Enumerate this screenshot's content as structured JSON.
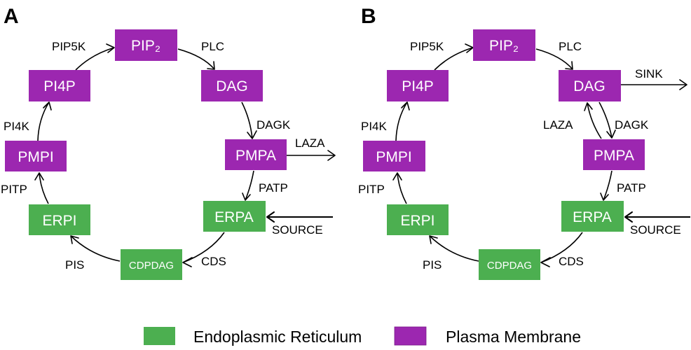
{
  "colors": {
    "er": "#4caf50",
    "pm": "#9c27b0"
  },
  "panels": [
    {
      "label": "A",
      "nodes": {
        "pip2": {
          "label": "PIP₂",
          "compartment": "pm"
        },
        "pi4p": {
          "label": "PI4P",
          "compartment": "pm"
        },
        "dag": {
          "label": "DAG",
          "compartment": "pm"
        },
        "pmpa": {
          "label": "PMPA",
          "compartment": "pm"
        },
        "pmpi": {
          "label": "PMPI",
          "compartment": "pm"
        },
        "erpa": {
          "label": "ERPA",
          "compartment": "er"
        },
        "erpi": {
          "label": "ERPI",
          "compartment": "er"
        },
        "cdpdag": {
          "label": "CDPDAG",
          "compartment": "er"
        }
      },
      "enzymes": {
        "pip5k": "PIP5K",
        "plc": "PLC",
        "dagk": "DAGK",
        "laza": "LAZA",
        "patp": "PATP",
        "source": "SOURCE",
        "cds": "CDS",
        "pis": "PIS",
        "pitp": "PITP",
        "pi4k": "PI4K"
      },
      "edges": [
        {
          "from": "PI4P",
          "to": "PIP₂",
          "enzyme": "PIP5K"
        },
        {
          "from": "PIP₂",
          "to": "DAG",
          "enzyme": "PLC"
        },
        {
          "from": "DAG",
          "to": "PMPA",
          "enzyme": "DAGK"
        },
        {
          "from": "PMPA",
          "to": "out",
          "enzyme": "LAZA"
        },
        {
          "from": "PMPA",
          "to": "ERPA",
          "enzyme": "PATP"
        },
        {
          "from": "in",
          "to": "ERPA",
          "enzyme": "SOURCE"
        },
        {
          "from": "ERPA",
          "to": "CDPDAG",
          "enzyme": "CDS"
        },
        {
          "from": "CDPDAG",
          "to": "ERPI",
          "enzyme": "PIS"
        },
        {
          "from": "ERPI",
          "to": "PMPI",
          "enzyme": "PITP"
        },
        {
          "from": "PMPI",
          "to": "PI4P",
          "enzyme": "PI4K"
        }
      ]
    },
    {
      "label": "B",
      "nodes": {
        "pip2": {
          "label": "PIP₂",
          "compartment": "pm"
        },
        "pi4p": {
          "label": "PI4P",
          "compartment": "pm"
        },
        "dag": {
          "label": "DAG",
          "compartment": "pm"
        },
        "pmpa": {
          "label": "PMPA",
          "compartment": "pm"
        },
        "pmpi": {
          "label": "PMPI",
          "compartment": "pm"
        },
        "erpa": {
          "label": "ERPA",
          "compartment": "er"
        },
        "erpi": {
          "label": "ERPI",
          "compartment": "er"
        },
        "cdpdag": {
          "label": "CDPDAG",
          "compartment": "er"
        }
      },
      "enzymes": {
        "pip5k": "PIP5K",
        "plc": "PLC",
        "sink": "SINK",
        "laza": "LAZA",
        "dagk": "DAGK",
        "patp": "PATP",
        "source": "SOURCE",
        "cds": "CDS",
        "pis": "PIS",
        "pitp": "PITP",
        "pi4k": "PI4K"
      },
      "edges": [
        {
          "from": "PI4P",
          "to": "PIP₂",
          "enzyme": "PIP5K"
        },
        {
          "from": "PIP₂",
          "to": "DAG",
          "enzyme": "PLC"
        },
        {
          "from": "DAG",
          "to": "out",
          "enzyme": "SINK"
        },
        {
          "from": "DAG",
          "to": "PMPA",
          "enzyme": "DAGK"
        },
        {
          "from": "PMPA",
          "to": "DAG",
          "enzyme": "LAZA"
        },
        {
          "from": "PMPA",
          "to": "ERPA",
          "enzyme": "PATP"
        },
        {
          "from": "in",
          "to": "ERPA",
          "enzyme": "SOURCE"
        },
        {
          "from": "ERPA",
          "to": "CDPDAG",
          "enzyme": "CDS"
        },
        {
          "from": "CDPDAG",
          "to": "ERPI",
          "enzyme": "PIS"
        },
        {
          "from": "ERPI",
          "to": "PMPI",
          "enzyme": "PITP"
        },
        {
          "from": "PMPI",
          "to": "PI4P",
          "enzyme": "PI4K"
        }
      ]
    }
  ],
  "legend": [
    {
      "label": "Endoplasmic Reticulum",
      "color": "#4caf50"
    },
    {
      "label": "Plasma Membrane",
      "color": "#9c27b0"
    }
  ]
}
